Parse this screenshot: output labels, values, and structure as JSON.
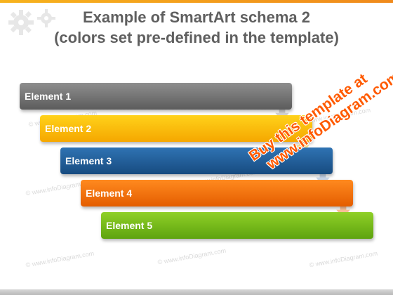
{
  "title": {
    "line1": "Example of SmartArt schema 2",
    "line2": "(colors set pre-defined in the template)"
  },
  "elements": [
    {
      "label": "Element 1",
      "color": "#6f6f6f"
    },
    {
      "label": "Element 2",
      "color": "#ffc000"
    },
    {
      "label": "Element 3",
      "color": "#1f5fa0"
    },
    {
      "label": "Element 4",
      "color": "#ff7110"
    },
    {
      "label": "Element 5",
      "color": "#78bf1d"
    }
  ],
  "promo": {
    "line1": "Buy this template at",
    "line2": "www.infoDiagram.com",
    "color": "#ff5a00"
  },
  "watermark": "© www.infoDiagram.com",
  "icons": {
    "gears": "gears-icon",
    "connector": "down-arrow-icon"
  }
}
